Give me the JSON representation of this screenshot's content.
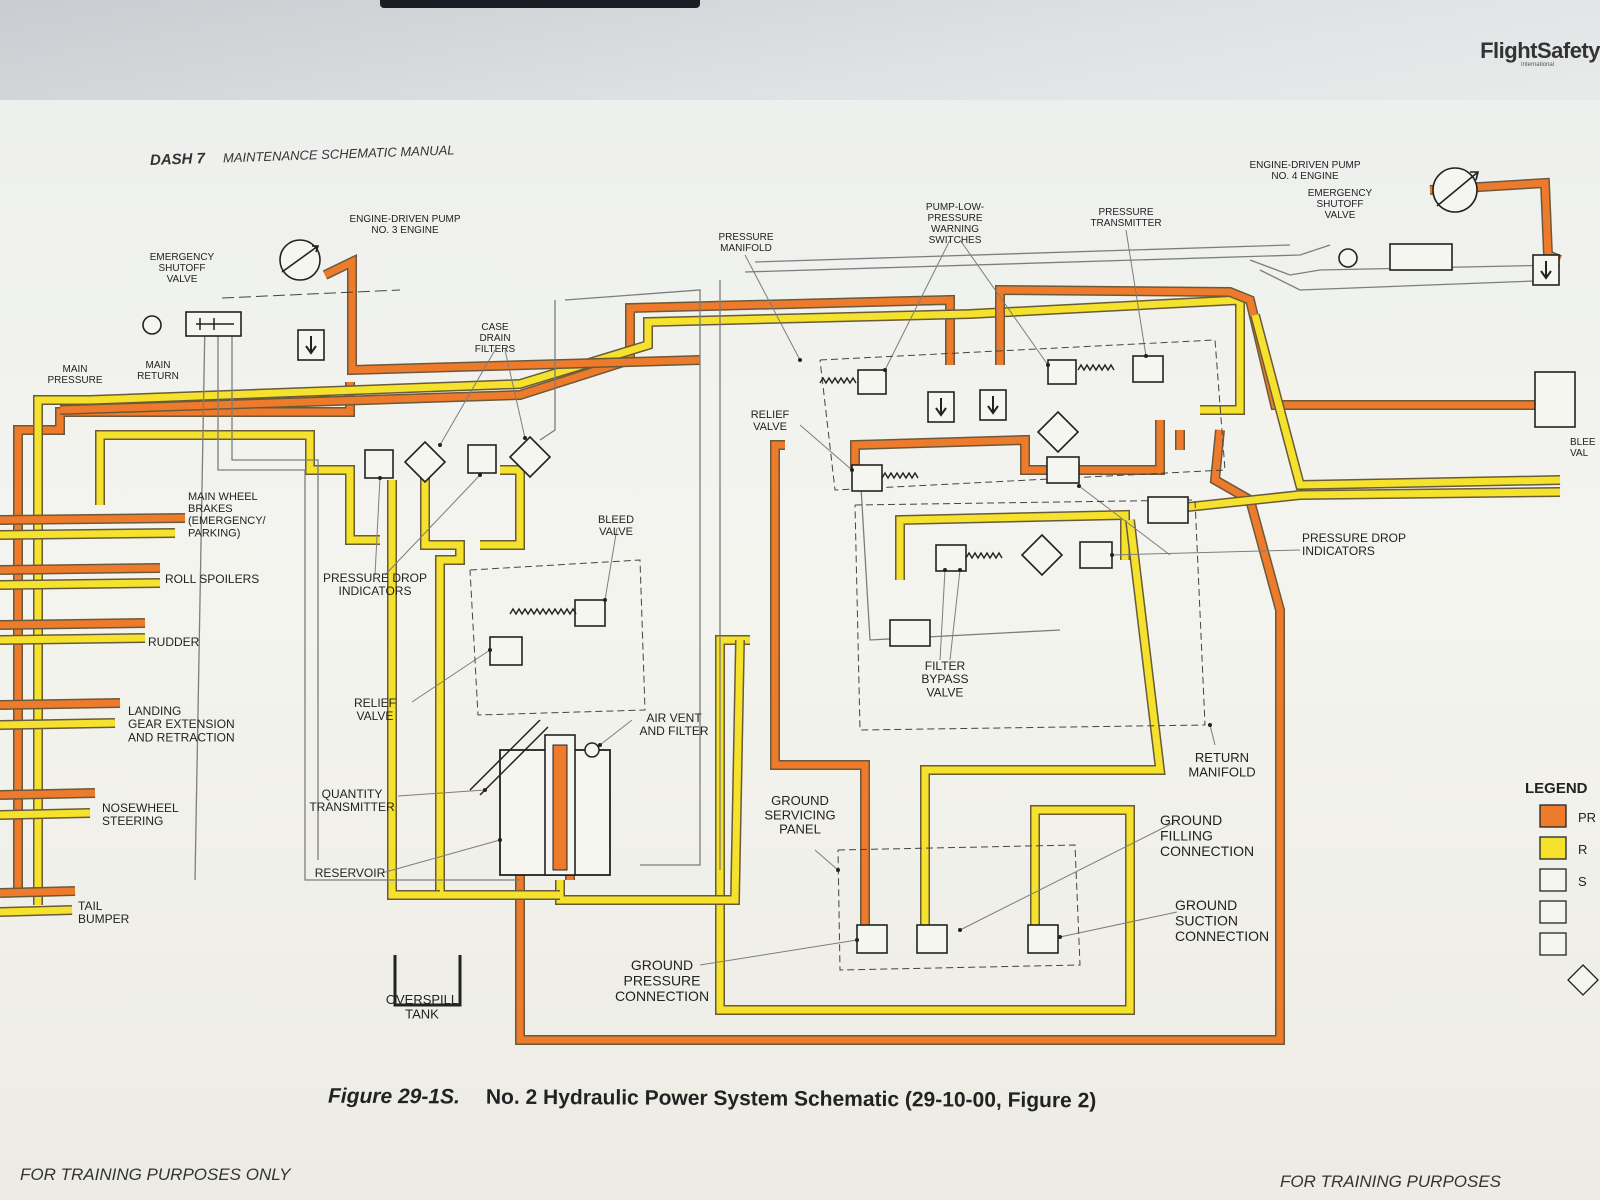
{
  "brand": {
    "name": "FlightSafety",
    "sub": "International"
  },
  "header": {
    "aircraft": "DASH 7",
    "manual": "MAINTENANCE SCHEMATIC MANUAL"
  },
  "caption": {
    "figure": "Figure 29-1S.",
    "title": "No. 2 Hydraulic Power System Schematic (29-10-00, Figure 2)"
  },
  "footer": {
    "left": "FOR TRAINING PURPOSES ONLY",
    "right": "FOR TRAINING PURPOSES"
  },
  "colors": {
    "pressure": "#ee7b2c",
    "return": "#f4e22c",
    "line": "#8a8a8a",
    "ink": "#222222"
  },
  "labels": {
    "pump3": [
      "ENGINE-DRIVEN PUMP",
      "NO. 3 ENGINE"
    ],
    "pump4": [
      "ENGINE-DRIVEN PUMP",
      "NO. 4 ENGINE"
    ],
    "esv_left": [
      "EMERGENCY",
      "SHUTOFF",
      "VALVE"
    ],
    "esv_right": [
      "EMERGENCY",
      "SHUTOFF",
      "VALVE"
    ],
    "main_pressure": [
      "MAIN",
      "PRESSURE"
    ],
    "main_return": [
      "MAIN",
      "RETURN"
    ],
    "case_drain": [
      "CASE",
      "DRAIN",
      "FILTERS"
    ],
    "pressure_manifold": [
      "PRESSURE",
      "MANIFOLD"
    ],
    "pump_low": [
      "PUMP-LOW-",
      "PRESSURE",
      "WARNING",
      "SWITCHES"
    ],
    "pressure_transmitter": [
      "PRESSURE",
      "TRANSMITTER"
    ],
    "relief_valve_top": [
      "RELIEF",
      "VALVE"
    ],
    "main_wheel_brakes": [
      "MAIN WHEEL",
      "BRAKES",
      "(EMERGENCY/",
      "PARKING)"
    ],
    "roll_spoilers": [
      "ROLL SPOILERS"
    ],
    "rudder": [
      "RUDDER"
    ],
    "landing_gear": [
      "LANDING",
      "GEAR EXTENSION",
      "AND RETRACTION"
    ],
    "nosewheel": [
      "NOSEWHEEL",
      "STEERING"
    ],
    "tail_bumper": [
      "TAIL",
      "BUMPER"
    ],
    "pdi_left": [
      "PRESSURE DROP",
      "INDICATORS"
    ],
    "pdi_right": [
      "PRESSURE DROP",
      "INDICATORS"
    ],
    "bleed_valve": [
      "BLEED",
      "VALVE"
    ],
    "relief_valve_res": [
      "RELIEF",
      "VALVE"
    ],
    "air_vent": [
      "AIR VENT",
      "AND FILTER"
    ],
    "quantity_tx": [
      "QUANTITY",
      "TRANSMITTER"
    ],
    "reservoir": [
      "RESERVOIR"
    ],
    "overspill": [
      "OVERSPILL",
      "TANK"
    ],
    "filter_bypass": [
      "FILTER",
      "BYPASS",
      "VALVE"
    ],
    "return_manifold": [
      "RETURN",
      "MANIFOLD"
    ],
    "ground_panel": [
      "GROUND",
      "SERVICING",
      "PANEL"
    ],
    "ground_filling": [
      "GROUND",
      "FILLING",
      "CONNECTION"
    ],
    "ground_suction": [
      "GROUND",
      "SUCTION",
      "CONNECTION"
    ],
    "ground_pressure": [
      "GROUND",
      "PRESSURE",
      "CONNECTION"
    ],
    "bleed_right": [
      "BLEE",
      "VAL"
    ]
  },
  "legend": {
    "title": "LEGEND",
    "items": [
      "PR",
      "R",
      "S"
    ]
  }
}
